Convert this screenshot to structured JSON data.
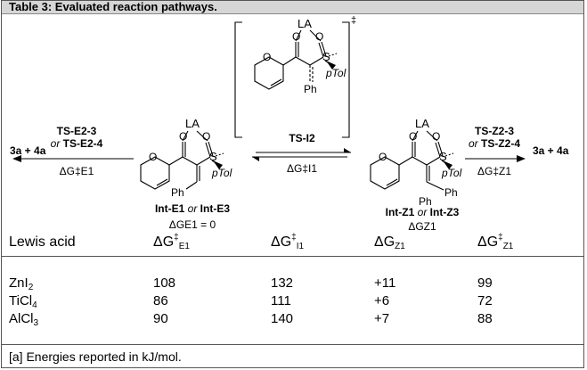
{
  "caption": "Table 3: Evaluated reaction pathways.",
  "scheme": {
    "ts_label": "‡",
    "lewis_acid": "LA",
    "atoms": {
      "oxygen": "O",
      "sulfur": "S",
      "ptol": "pTol",
      "ph": "Ph"
    },
    "left_arrow": {
      "products": "3a + 4a",
      "line1": "TS-E2-3",
      "line2_or": "or",
      "line2_ts": "TS-E2-4",
      "energy": "ΔG‡E1"
    },
    "center_arrow": {
      "label": "TS-I2",
      "energy": "ΔG‡I1"
    },
    "right_arrow": {
      "products": "3a + 4a",
      "line1": "TS-Z2-3",
      "line2_or": "or",
      "line2_ts": "TS-Z2-4",
      "energy": "ΔG‡Z1"
    },
    "left_intermediate": {
      "a": "Int-E1",
      "or": "or",
      "b": "Int-E3",
      "energy": "ΔGE1 = 0"
    },
    "right_intermediate": {
      "a": "Int-Z1",
      "or": "or",
      "b": "Int-Z3",
      "energy": "ΔGZ1"
    }
  },
  "table": {
    "header": {
      "col1": "Lewis acid",
      "col2": {
        "base": "ΔG",
        "sup": "‡",
        "sub": "E1"
      },
      "col3": {
        "base": "ΔG",
        "sup": "‡",
        "sub": "I1"
      },
      "col4": {
        "base": "ΔG",
        "sub": "Z1"
      },
      "col5": {
        "base": "ΔG",
        "sup": "‡",
        "sub": "Z1"
      }
    },
    "rows": [
      {
        "acid": "ZnI",
        "acid_sub": "2",
        "e1": "108",
        "i1": "132",
        "z1": "+11",
        "z1ts": "99"
      },
      {
        "acid": "TiCl",
        "acid_sub": "4",
        "e1": "86",
        "i1": "111",
        "z1": "+6",
        "z1ts": "72"
      },
      {
        "acid": "AlCl",
        "acid_sub": "3",
        "e1": "90",
        "i1": "140",
        "z1": "+7",
        "z1ts": "88"
      }
    ]
  },
  "footnote": "[a] Energies reported in kJ/mol."
}
